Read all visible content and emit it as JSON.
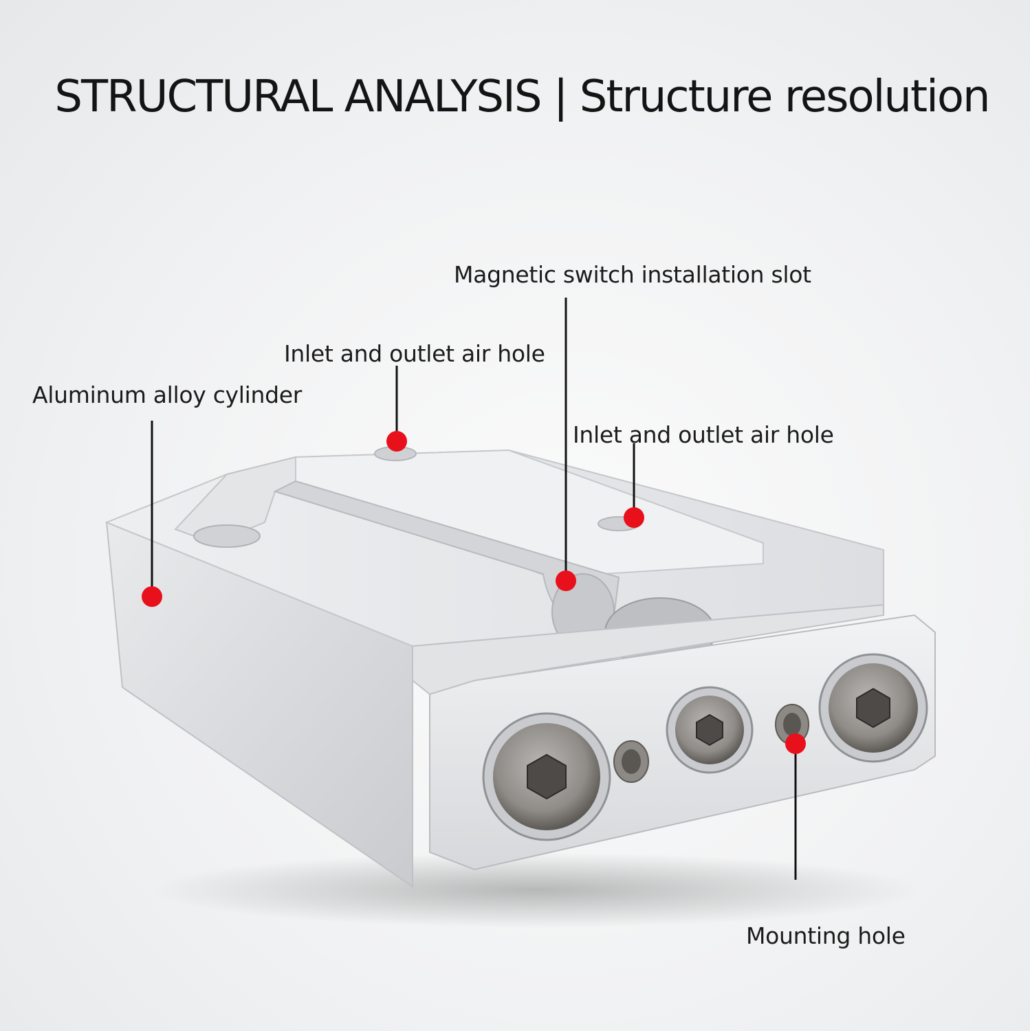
{
  "title": "STRUCTURAL ANALYSIS | Structure resolution",
  "callouts": {
    "magnetic_slot": "Magnetic switch installation slot",
    "air_hole_top": "Inlet and outlet air hole",
    "cylinder": "Aluminum alloy cylinder",
    "air_hole_right": "Inlet and outlet air hole",
    "mounting_hole": "Mounting hole"
  },
  "colors": {
    "marker": "#e8101a",
    "leader_line": "#111111",
    "body": "#d8dadd"
  }
}
